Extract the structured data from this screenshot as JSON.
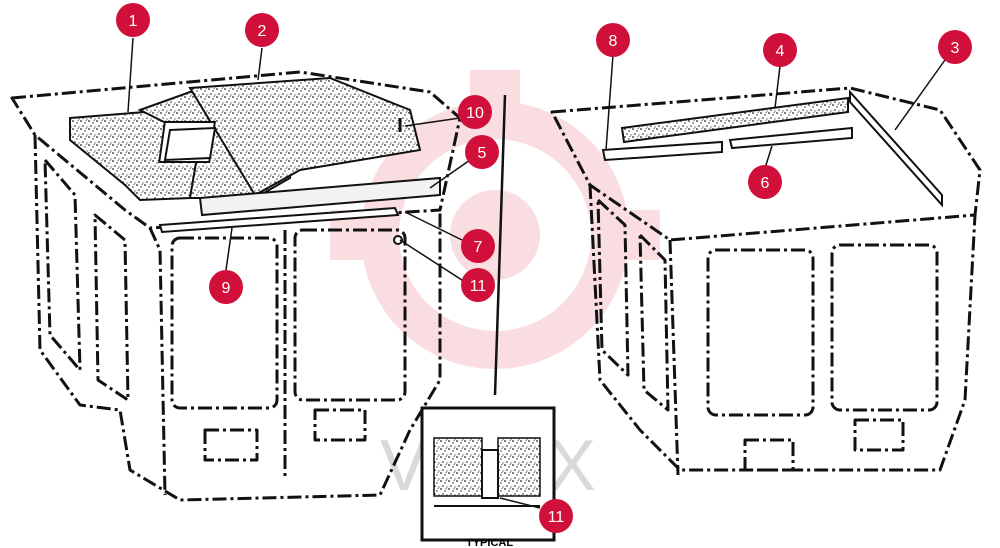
{
  "diagram": {
    "callouts": [
      {
        "id": "c1",
        "label": "1"
      },
      {
        "id": "c2",
        "label": "2"
      },
      {
        "id": "c10",
        "label": "10"
      },
      {
        "id": "c5",
        "label": "5"
      },
      {
        "id": "c7",
        "label": "7"
      },
      {
        "id": "c11a",
        "label": "11"
      },
      {
        "id": "c9",
        "label": "9"
      },
      {
        "id": "c11b",
        "label": "11"
      },
      {
        "id": "c8",
        "label": "8"
      },
      {
        "id": "c4",
        "label": "4"
      },
      {
        "id": "c3",
        "label": "3"
      },
      {
        "id": "c6",
        "label": "6"
      }
    ],
    "detail_caption": "TYPICAL",
    "watermark_text": "VITEX",
    "colors": {
      "callout_fill": "#d0103a",
      "callout_text": "#ffffff",
      "line": "#111111",
      "watermark": "#f3b6bc"
    }
  }
}
